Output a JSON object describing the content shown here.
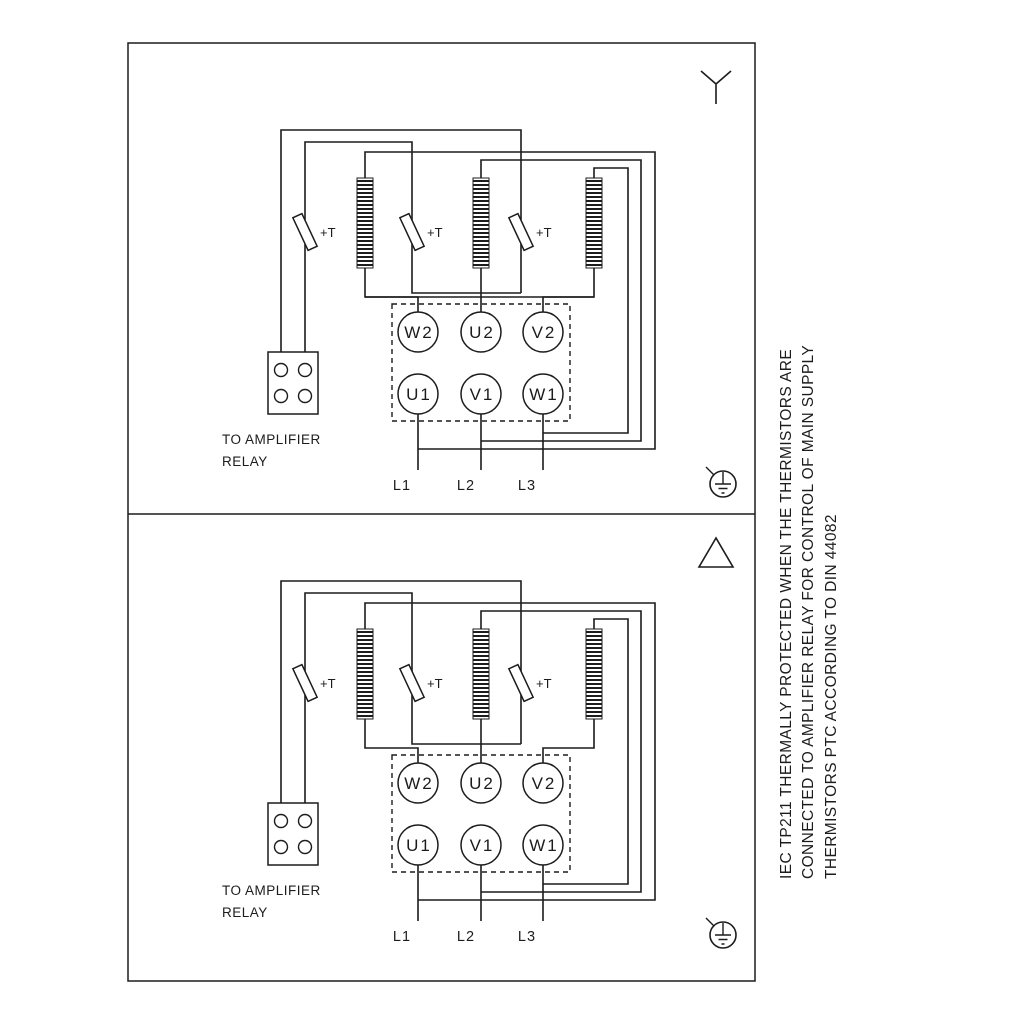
{
  "colors": {
    "background": "#ffffff",
    "line": "#1c1c1c"
  },
  "side_note": {
    "line1": "IEC TP211 THERMALLY PROTECTED WHEN THE THERMISTORS ARE",
    "line2": "CONNECTED TO AMPLIFIER RELAY FOR CONTROL OF MAIN SUPPLY",
    "line3": "THERMISTORS PTC ACCORDING TO DIN 44082"
  },
  "panels": [
    {
      "name": "star-connection",
      "connection": "star",
      "thermistors": [
        "+T",
        "+T",
        "+T"
      ],
      "terminals_top": [
        "W2",
        "U2",
        "V2"
      ],
      "terminals_bottom": [
        "U1",
        "V1",
        "W1"
      ],
      "relay_label": [
        "TO AMPLIFIER",
        "RELAY"
      ],
      "supply": [
        "L1",
        "L2",
        "L3"
      ]
    },
    {
      "name": "delta-connection",
      "connection": "delta",
      "thermistors": [
        "+T",
        "+T",
        "+T"
      ],
      "terminals_top": [
        "W2",
        "U2",
        "V2"
      ],
      "terminals_bottom": [
        "U1",
        "V1",
        "W1"
      ],
      "relay_label": [
        "TO AMPLIFIER",
        "RELAY"
      ],
      "supply": [
        "L1",
        "L2",
        "L3"
      ]
    }
  ]
}
